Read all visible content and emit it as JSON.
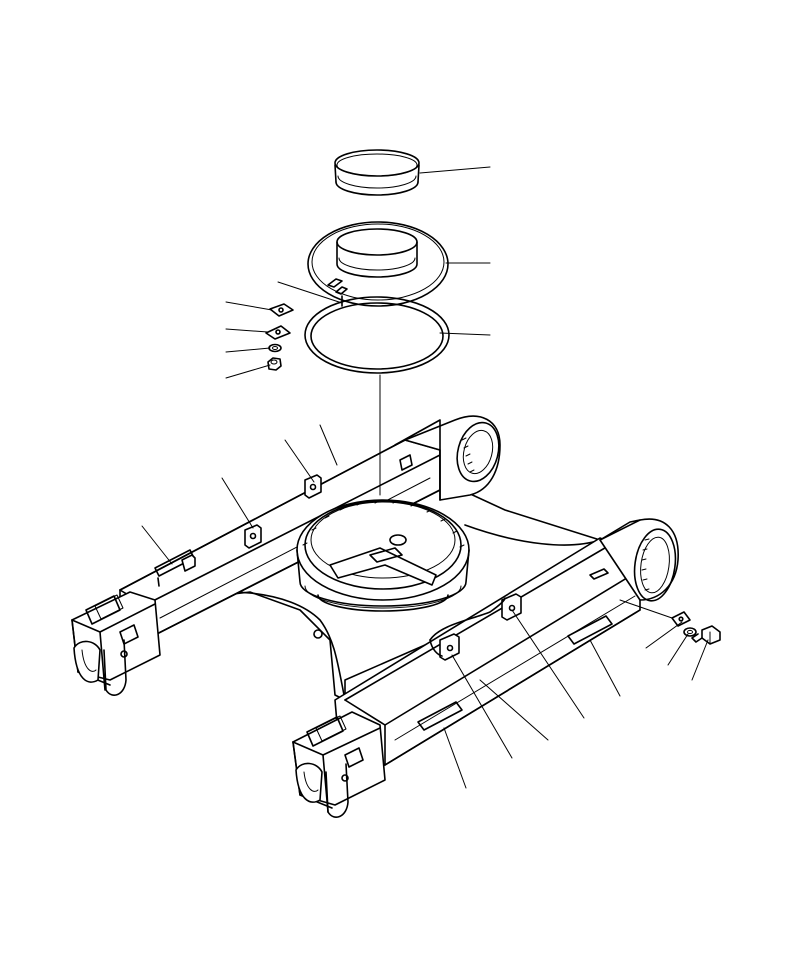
{
  "diagram": {
    "type": "exploded-parts-drawing",
    "subject": "track frame",
    "colors": {
      "line": "#000000",
      "background": "#ffffff"
    },
    "parts": [
      {
        "id": "seal-ring"
      },
      {
        "id": "swing-circle-race"
      },
      {
        "id": "o-ring"
      },
      {
        "id": "plate-upper"
      },
      {
        "id": "plate-lower"
      },
      {
        "id": "washer-left"
      },
      {
        "id": "nut-left"
      },
      {
        "id": "track-frame"
      },
      {
        "id": "cover-plate-right"
      },
      {
        "id": "washer-right"
      },
      {
        "id": "bolt-right"
      }
    ],
    "callout_count": 19
  }
}
